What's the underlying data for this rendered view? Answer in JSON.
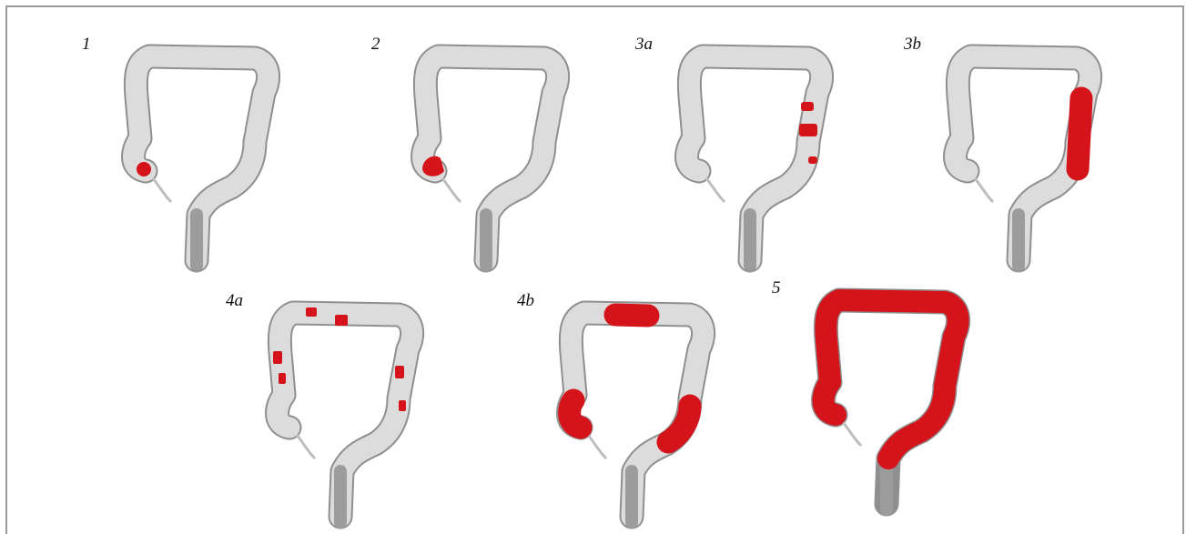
{
  "panels": [
    {
      "label": "1",
      "highlight": "cecum"
    },
    {
      "label": "2",
      "highlight": "cecum-wide"
    },
    {
      "label": "3a",
      "highlight": "descending-spots"
    },
    {
      "label": "3b",
      "highlight": "descending-segment"
    },
    {
      "label": "4a",
      "highlight": "multiple-spots"
    },
    {
      "label": "4b",
      "highlight": "multiple-segments"
    },
    {
      "label": "5",
      "highlight": "entire-colon"
    }
  ],
  "colors": {
    "colon": "#dcdcdc",
    "colon_edge": "#8f8f8f",
    "rectum": "#9c9c9c",
    "highlight": "#d4141a",
    "frame": "#9a9a9a"
  }
}
